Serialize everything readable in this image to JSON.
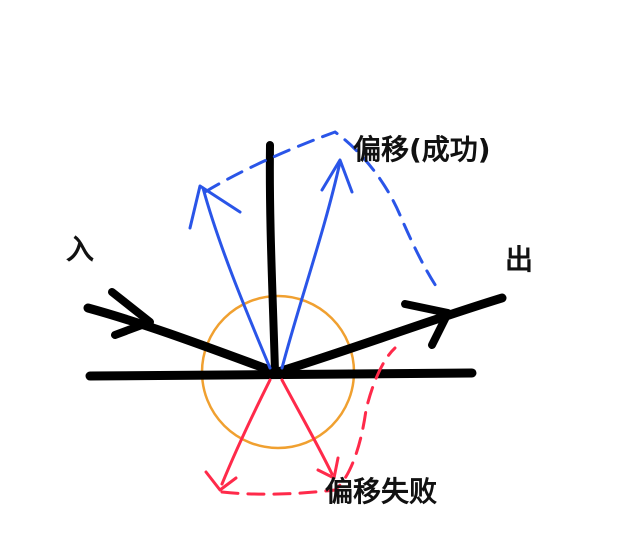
{
  "labels": {
    "incoming": "入",
    "outgoing": "出",
    "offset_success": "偏移(成功)",
    "offset_failure": "偏移失败"
  },
  "colors": {
    "main_lines": "#000000",
    "success_arrows": "#2a55e8",
    "failure_arrows": "#ff2a4a",
    "circle": "#f0a030"
  }
}
